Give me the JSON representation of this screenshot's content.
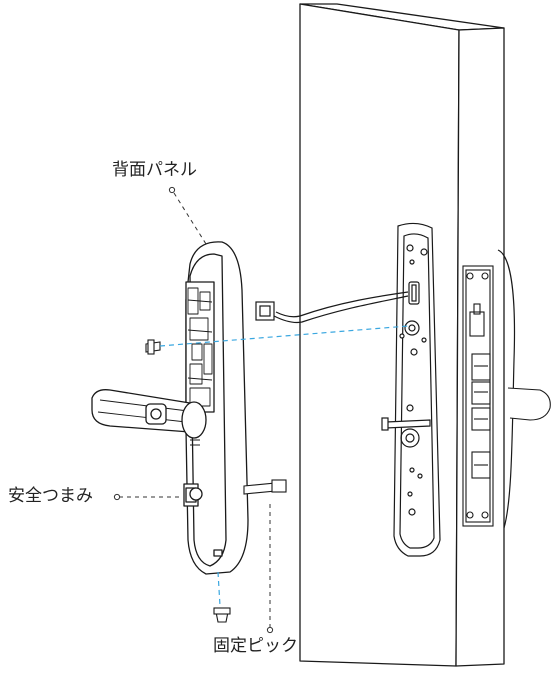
{
  "labels": {
    "back_panel": "背面パネル",
    "safety_knob": "安全つまみ",
    "fixing_pin": "固定ピック"
  },
  "colors": {
    "line": "#1a1a1a",
    "guide_blue": "#3aa7e0",
    "callout": "#333333"
  }
}
